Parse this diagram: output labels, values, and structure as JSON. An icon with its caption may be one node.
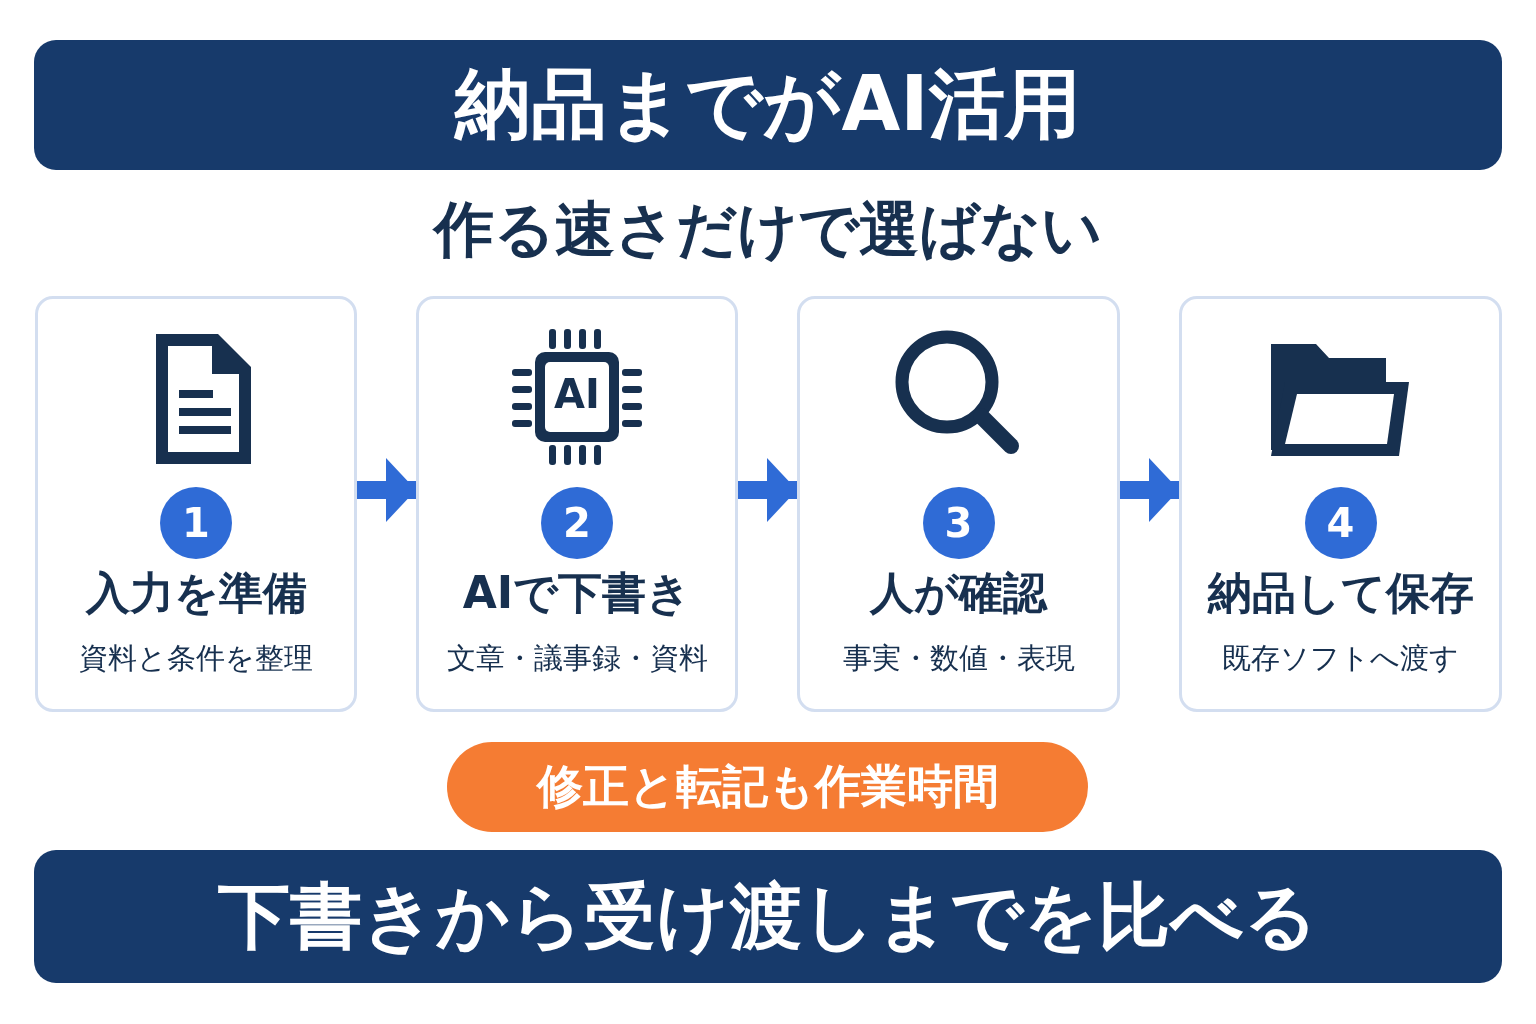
{
  "diagram": {
    "title": "納品までがAI活用",
    "nodes": [
      {
        "text": [
          "1",
          "入力を準備",
          "資料と条件を整理"
        ]
      },
      {
        "text": [
          "AI",
          "2",
          "AIで下書き",
          "文章・議事録・資料"
        ]
      },
      {
        "text": [
          "3",
          "人が確認",
          "事実・数値・表現"
        ]
      },
      {
        "text": [
          "4",
          "納品して保存",
          "既存ソフトへ渡す"
        ]
      },
      {
        "text": [
          "修正と転記も作業時間"
        ]
      },
      {
        "text": [
          "下書きから受け渡しまでを比べる"
        ]
      }
    ],
    "edges": [
      {
        "from": 0,
        "to": 1,
        "arrow": "to"
      },
      {
        "from": 1,
        "to": 2,
        "arrow": "to"
      },
      {
        "from": 2,
        "to": 3,
        "arrow": "to"
      }
    ],
    "labels": [
      "作る速さだけで選ばない"
    ]
  }
}
